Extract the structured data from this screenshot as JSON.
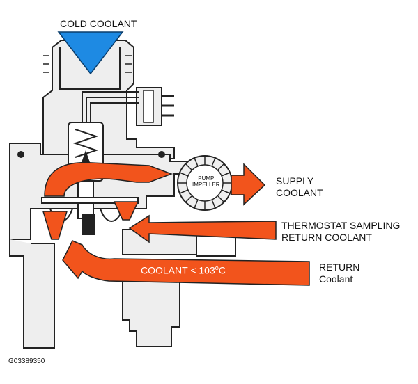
{
  "labels": {
    "cold_coolant": "COLD COOLANT",
    "supply_line1": "SUPPLY",
    "supply_line2": "COOLANT",
    "sampling_line1": "THERMOSTAT SAMPLING",
    "sampling_line2": "RETURN COOLANT",
    "return_line1": "RETURN",
    "return_line2": "Coolant",
    "coolant_temp_prefix": "COOLANT < 103",
    "coolant_temp_unit": "C",
    "coolant_temp_degree": "o",
    "pump_line1": "PUMP",
    "pump_line2": "IMPELLER",
    "figure_id": "G03389350"
  },
  "colors": {
    "flow_arrow": "#f2541c",
    "cold_arrow": "#1e8ae3",
    "housing_fill": "#eeeeee",
    "outline": "#222222"
  }
}
